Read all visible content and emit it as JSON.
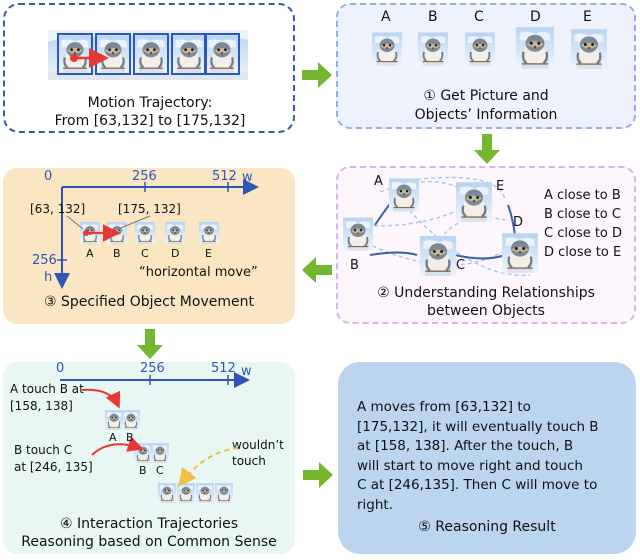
{
  "panel1": {
    "caption_line1": "Motion Trajectory:",
    "caption_line2": "From [63,132] to [175,132]"
  },
  "panel2": {
    "labels": [
      "A",
      "B",
      "C",
      "D",
      "E"
    ],
    "caption_line1": "① Get Picture and",
    "caption_line2": "Objects’ Information"
  },
  "panel3": {
    "axis_x_ticks": [
      "0",
      "256",
      "512"
    ],
    "axis_x_label": "w",
    "axis_y_tick": "256",
    "axis_y_label": "h",
    "coord_start": "[63, 132]",
    "coord_end": "[175, 132]",
    "labels": [
      "A",
      "B",
      "C",
      "D",
      "E"
    ],
    "quote": "“horizontal move”",
    "caption": "③ Specified Object Movement"
  },
  "panel4": {
    "labels": [
      "A",
      "B",
      "C",
      "D",
      "E"
    ],
    "relations": [
      "A close to B",
      "B close to C",
      "C close to D",
      "D close to E"
    ],
    "caption_line1": "② Understanding Relationships",
    "caption_line2": "between Objects"
  },
  "panel5": {
    "axis_x_ticks": [
      "0",
      "256",
      "512"
    ],
    "axis_x_label": "w",
    "touch1_line1": "A touch B at",
    "touch1_line2": "[158, 138]",
    "touch2_line1": "B touch C",
    "touch2_line2": "at [246, 135]",
    "wouldnt_line1": "wouldn’t",
    "wouldnt_line2": "touch",
    "pair1": [
      "A",
      "B"
    ],
    "pair2": [
      "B",
      "C"
    ],
    "caption_line1": "④ Interaction Trajectories",
    "caption_line2": "Reasoning based on Common Sense"
  },
  "panel6": {
    "lines": [
      "A moves from [63,132] to",
      "[175,132], it will eventually touch B",
      "at [158, 138]. After the touch, B",
      "will start to move right and touch",
      "C at [246,135]. Then C will move to",
      "right."
    ],
    "caption": "⑤ Reasoning Result"
  },
  "colors": {
    "arrow_green": "#74b72e",
    "blue_border": "#2b57c0",
    "red": "#e53935",
    "yellow_dash": "#f0c040",
    "axis_blue": "#2f55b8"
  }
}
